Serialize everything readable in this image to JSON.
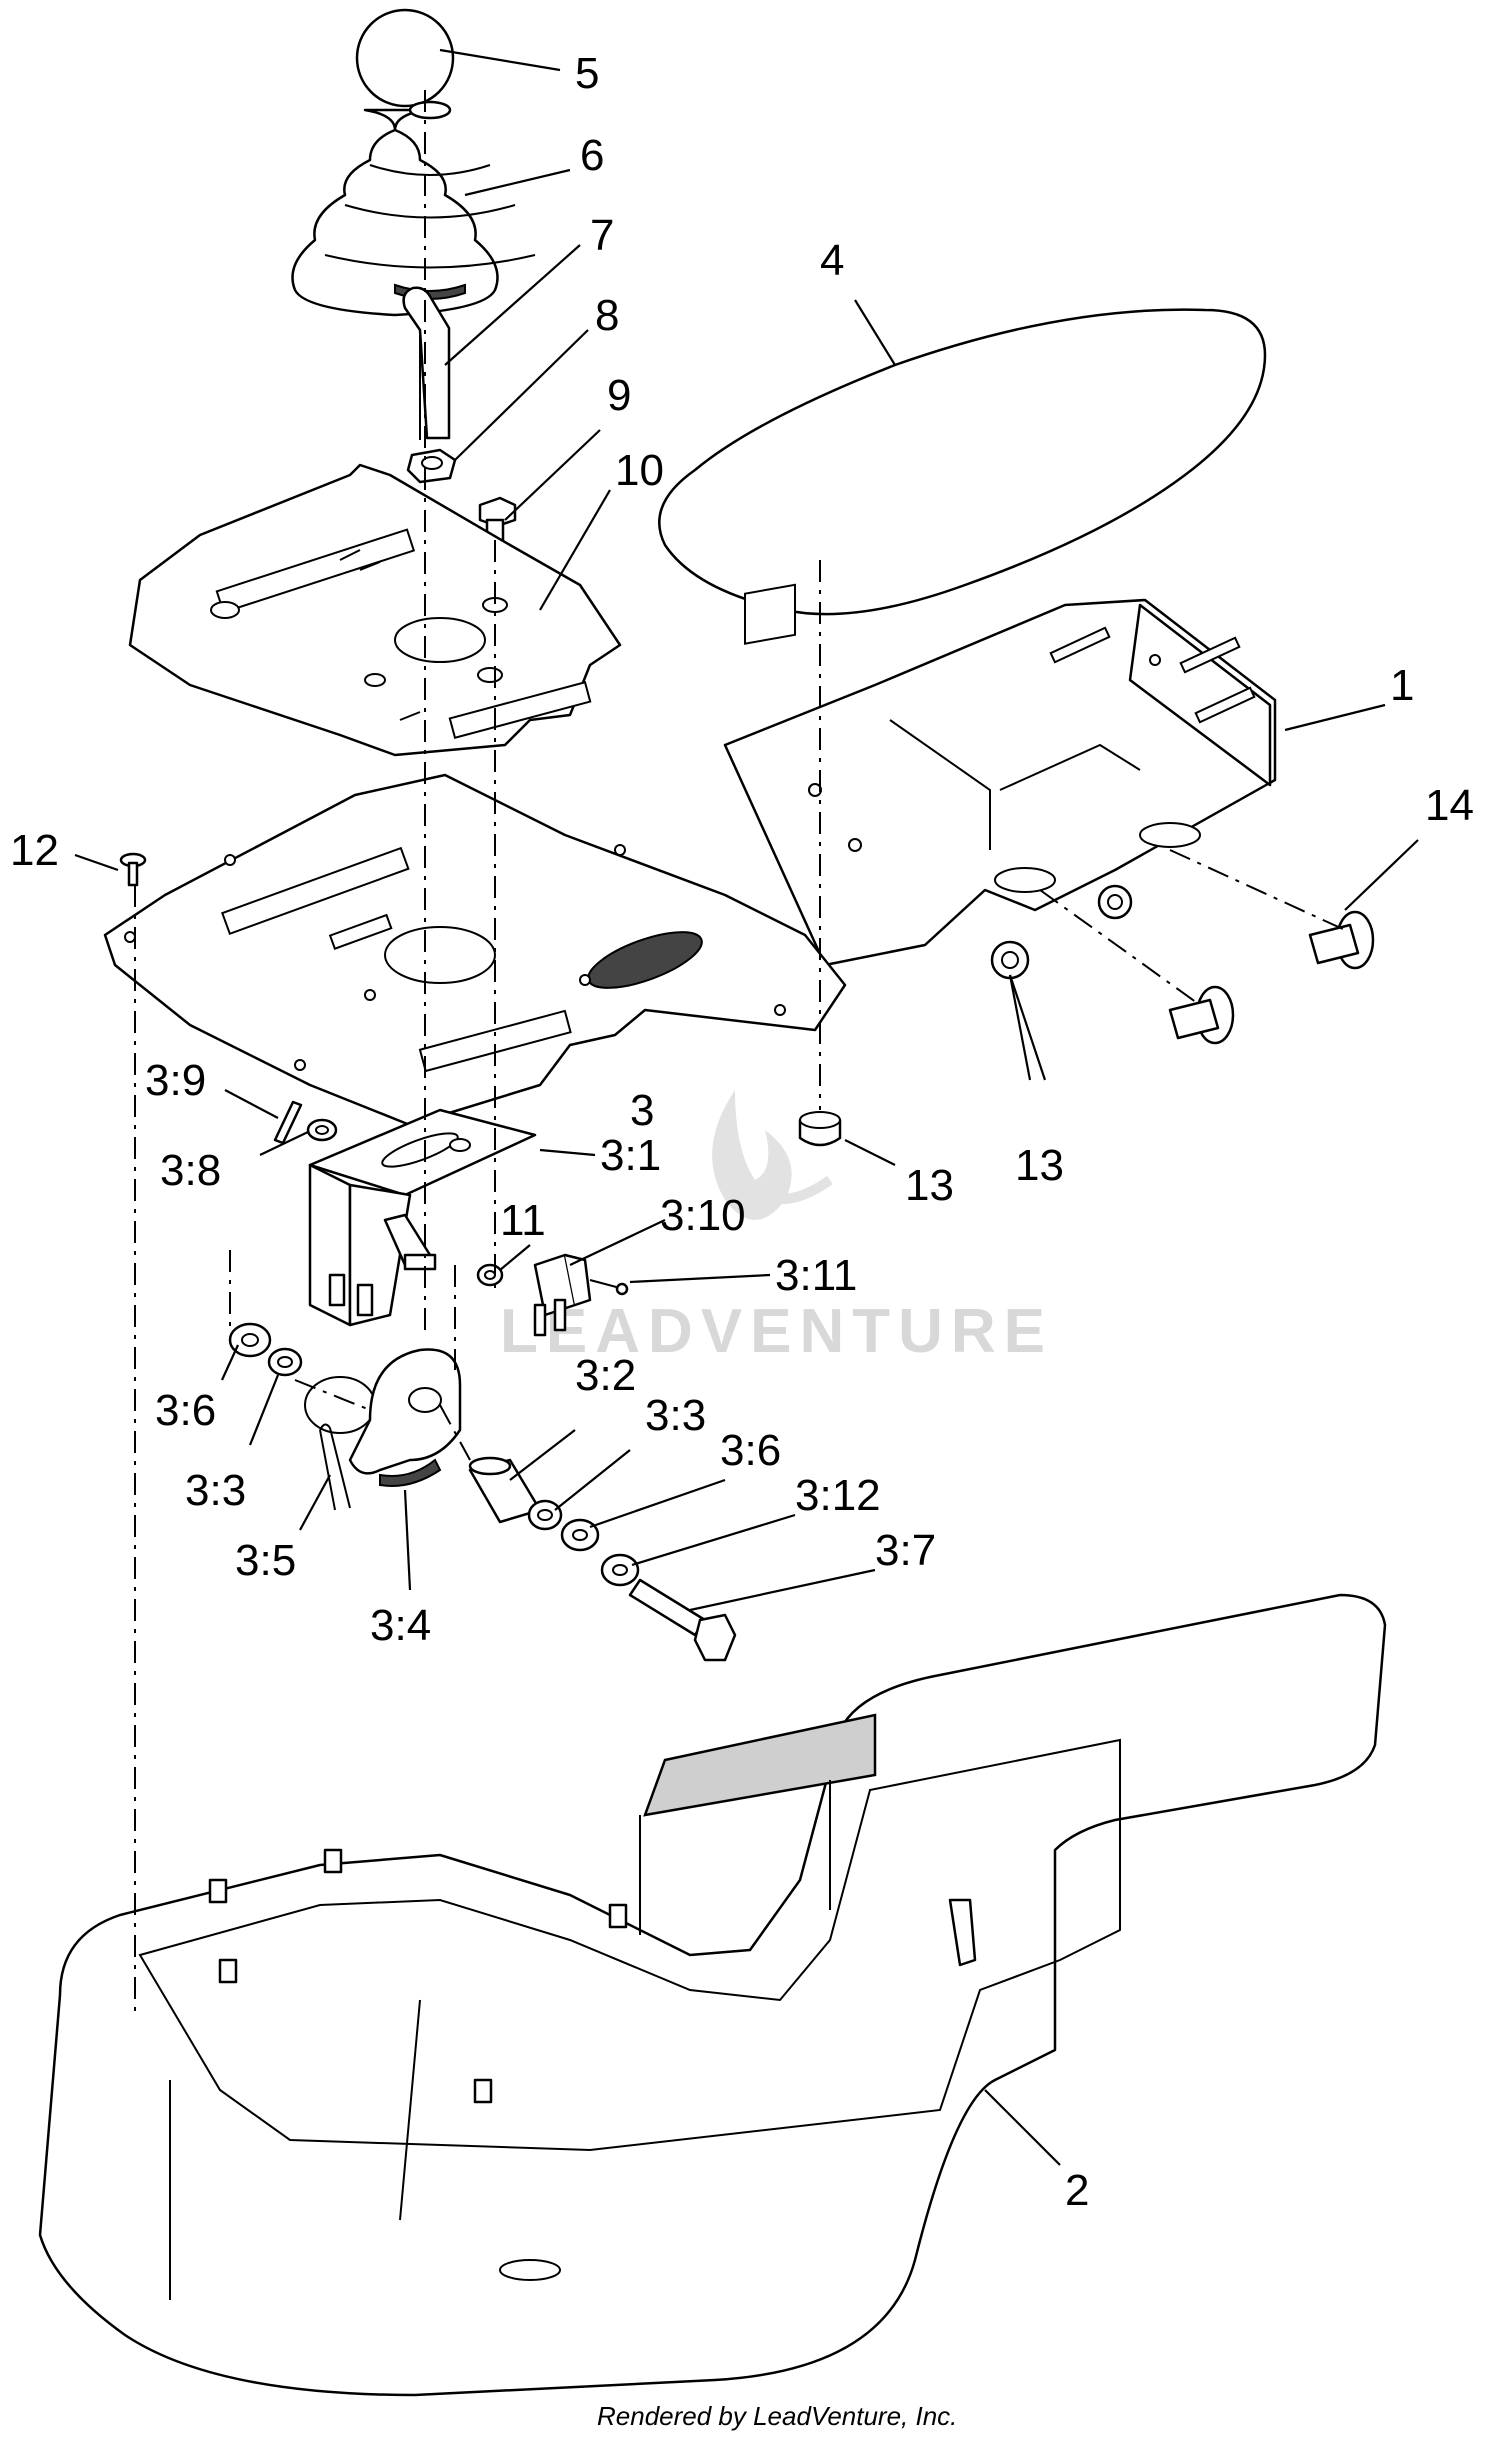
{
  "callouts": {
    "c1": "1",
    "c2": "2",
    "c3": "3",
    "c3_1": "3:1",
    "c3_2": "3:2",
    "c3_3a": "3:3",
    "c3_3b": "3:3",
    "c3_4": "3:4",
    "c3_5": "3:5",
    "c3_6a": "3:6",
    "c3_6b": "3:6",
    "c3_7": "3:7",
    "c3_8": "3:8",
    "c3_9": "3:9",
    "c3_10": "3:10",
    "c3_11": "3:11",
    "c3_12": "3:12",
    "c4": "4",
    "c5": "5",
    "c6": "6",
    "c7": "7",
    "c8": "8",
    "c9": "9",
    "c10": "10",
    "c11": "11",
    "c12": "12",
    "c13a": "13",
    "c13b": "13",
    "c14": "14"
  },
  "watermark": "LEADVENTURE",
  "footer": "Rendered by LeadVenture, Inc."
}
